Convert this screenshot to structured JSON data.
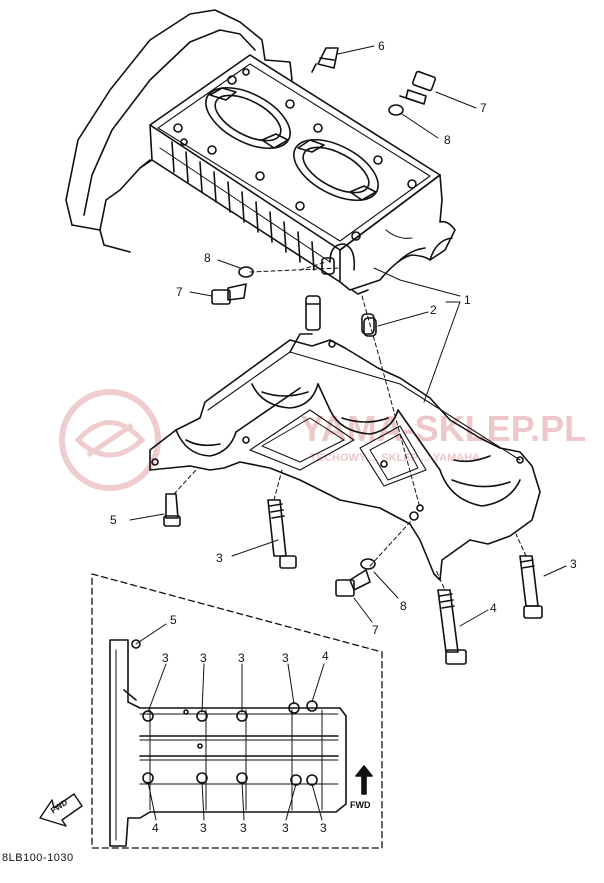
{
  "diagram": {
    "drawing_code": "8LB100-1030",
    "fwd_label": "FWD",
    "watermark": {
      "site": "YAMA-SKLEP.PL",
      "tagline": "TECHOWY ... SKLEP ... YAMAHA"
    },
    "callouts": {
      "p1": "1",
      "p2": "2",
      "p3a": "3",
      "p3b": "3",
      "p4a": "4",
      "p5a": "5",
      "p6": "6",
      "p7a": "7",
      "p7b": "7",
      "p7c": "7",
      "p8a": "8",
      "p8b": "8",
      "p8c": "8",
      "d5": "5",
      "d3a": "3",
      "d3b": "3",
      "d3c": "3",
      "d3d": "3",
      "d4a": "4",
      "d4b": "4",
      "d3e": "3",
      "d3f": "3",
      "d3g": "3",
      "d3h": "3"
    },
    "line_color": "#111111",
    "watermark_color": "#e2a3a7"
  }
}
